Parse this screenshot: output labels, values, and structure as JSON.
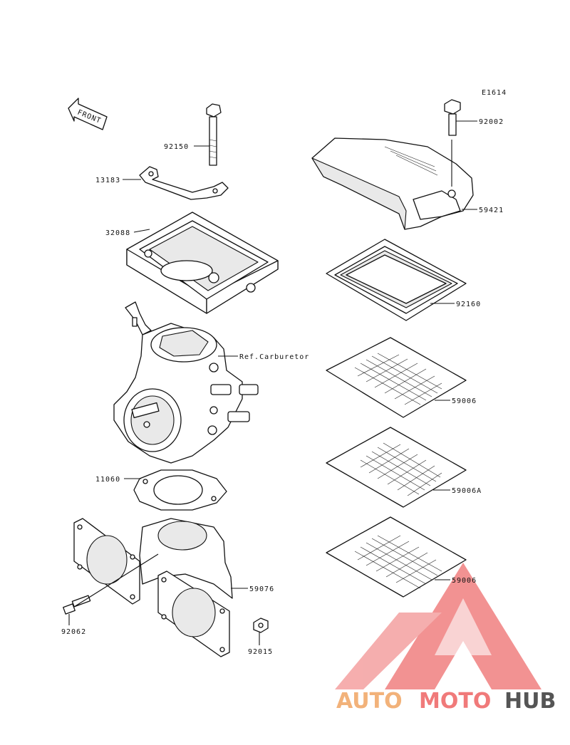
{
  "diagram_code": "E1614",
  "front_label": "FRONT",
  "parts": {
    "bolt_top": "92150",
    "bracket": "13183",
    "base": "32088",
    "carb_ref": "Ref.Carburetor",
    "gasket": "11060",
    "manifold_pin": "92062",
    "manifold": "59076",
    "nut": "92015",
    "cover_bolt": "92002",
    "cover": "59421",
    "seal": "92160",
    "filter1": "59006",
    "filter2": "59006A",
    "filter3": "59006"
  },
  "watermark": {
    "text_a": "AUTO",
    "text_b": "MOTO",
    "text_c": "HUB",
    "color_a": "#f2b27a",
    "color_b": "#f07a7a",
    "color_c": "#555555"
  }
}
